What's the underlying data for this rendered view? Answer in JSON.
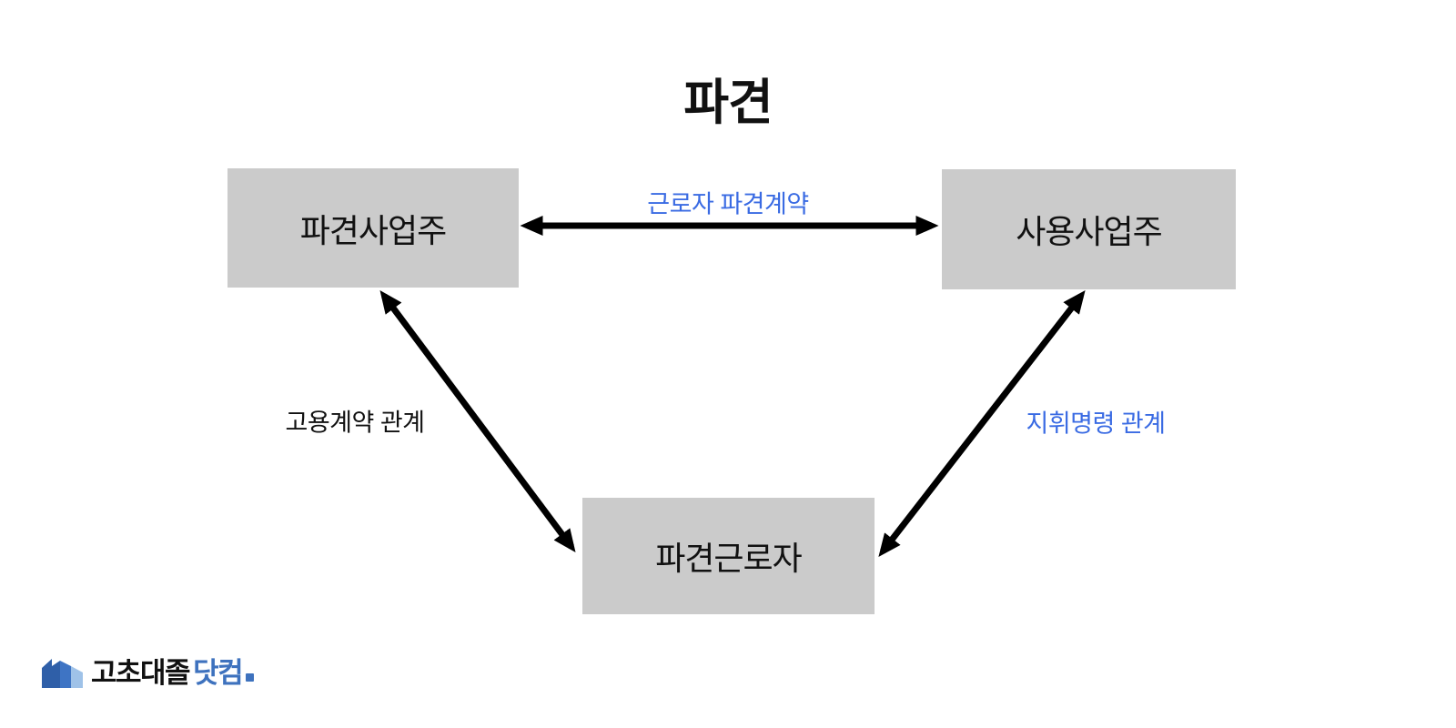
{
  "title": "파견",
  "nodes": {
    "dispatch_employer": {
      "label": "파견사업주"
    },
    "using_employer": {
      "label": "사용사업주"
    },
    "dispatched_worker": {
      "label": "파견근로자"
    }
  },
  "edges": {
    "worker_dispatch_contract": {
      "label": "근로자 파견계약",
      "color": "#3A6BE3"
    },
    "employment_contract": {
      "label": "고용계약 관계",
      "color": "#111111"
    },
    "command_order": {
      "label": "지휘명령 관계",
      "color": "#3A6BE3"
    }
  },
  "logo": {
    "name": "고초대졸",
    "suffix": "닷컴",
    "icon": "buildings-icon"
  },
  "colors": {
    "background": "#FFFFFF",
    "box_fill": "#CBCBCB",
    "text": "#111111",
    "accent_blue": "#3A6BE3",
    "logo_blue": "#3E72BE",
    "arrow": "#000000"
  }
}
